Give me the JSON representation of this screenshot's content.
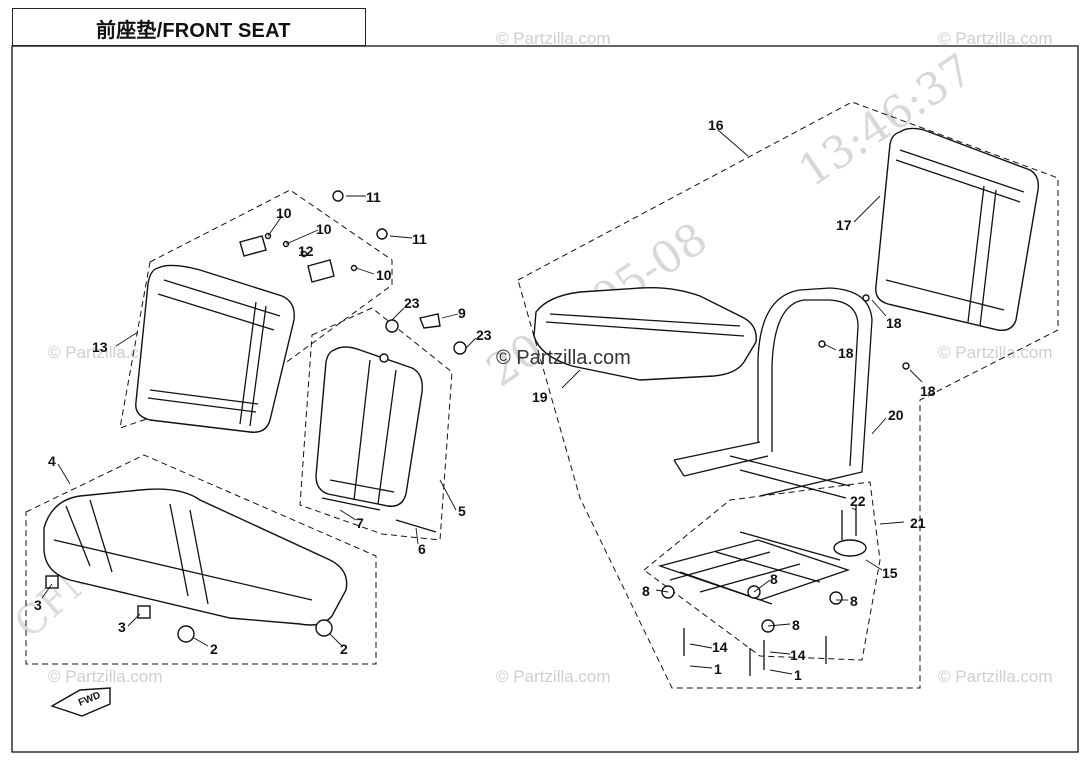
{
  "title": "前座垫/FRONT SEAT",
  "watermark": {
    "brand": "© Partzilla.com",
    "main": "© Partzilla.com",
    "date_stamp": "2015-05-08",
    "time_stamp": "13:46:37",
    "side_stamp": "CFMOTO"
  },
  "fwd_label": "FWD",
  "callouts": {
    "c1a": "1",
    "c1b": "1",
    "c2a": "2",
    "c2b": "2",
    "c3a": "3",
    "c3b": "3",
    "c4": "4",
    "c5": "5",
    "c6": "6",
    "c7": "7",
    "c8a": "8",
    "c8b": "8",
    "c8c": "8",
    "c8d": "8",
    "c9": "9",
    "c10a": "10",
    "c10b": "10",
    "c10c": "10",
    "c11a": "11",
    "c11b": "11",
    "c12": "12",
    "c13": "13",
    "c14a": "14",
    "c14b": "14",
    "c15": "15",
    "c16": "16",
    "c17": "17",
    "c18a": "18",
    "c18b": "18",
    "c18c": "18",
    "c19": "19",
    "c20": "20",
    "c21": "21",
    "c22": "22",
    "c23a": "23",
    "c23b": "23"
  }
}
